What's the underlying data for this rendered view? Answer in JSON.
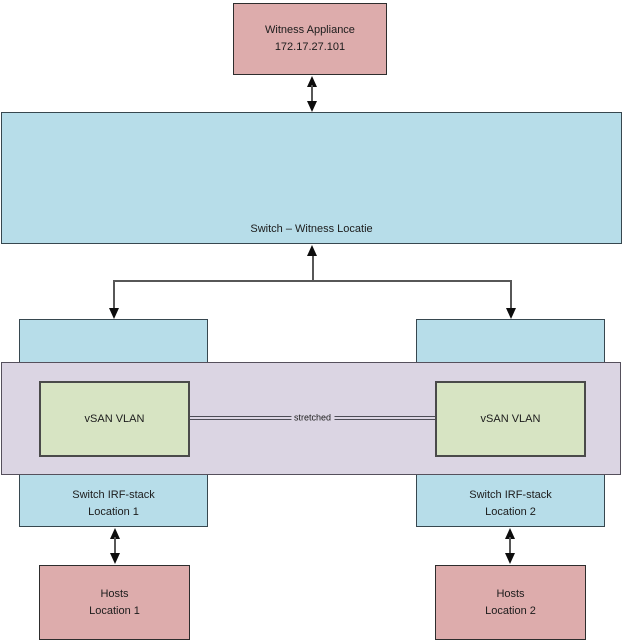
{
  "diagram": {
    "nodes": {
      "witness": {
        "title": "Witness Appliance",
        "subtitle": "172.17.27.101"
      },
      "witness_switch": {
        "title": "Switch – Witness Locatie"
      },
      "irf_left": {
        "title": "Switch IRF-stack",
        "subtitle": "Location 1"
      },
      "irf_right": {
        "title": "Switch IRF-stack",
        "subtitle": "Location 2"
      },
      "vlan_left": {
        "title": "vSAN VLAN"
      },
      "vlan_right": {
        "title": "vSAN VLAN"
      },
      "hosts_left": {
        "title": "Hosts",
        "subtitle": "Location 1"
      },
      "hosts_right": {
        "title": "Hosts",
        "subtitle": "Location 2"
      }
    },
    "connectors": {
      "stretched_label": "stretched"
    },
    "colors": {
      "node_rose": "#ddacac",
      "node_blue": "#b7dde9",
      "node_green": "#d7e4c3",
      "band_purple": "#dbd5e3",
      "line_gray": "#575757",
      "arrowhead_black": "#0d0d0d",
      "text": "#1c1c1c",
      "background": "#ffffff"
    }
  }
}
